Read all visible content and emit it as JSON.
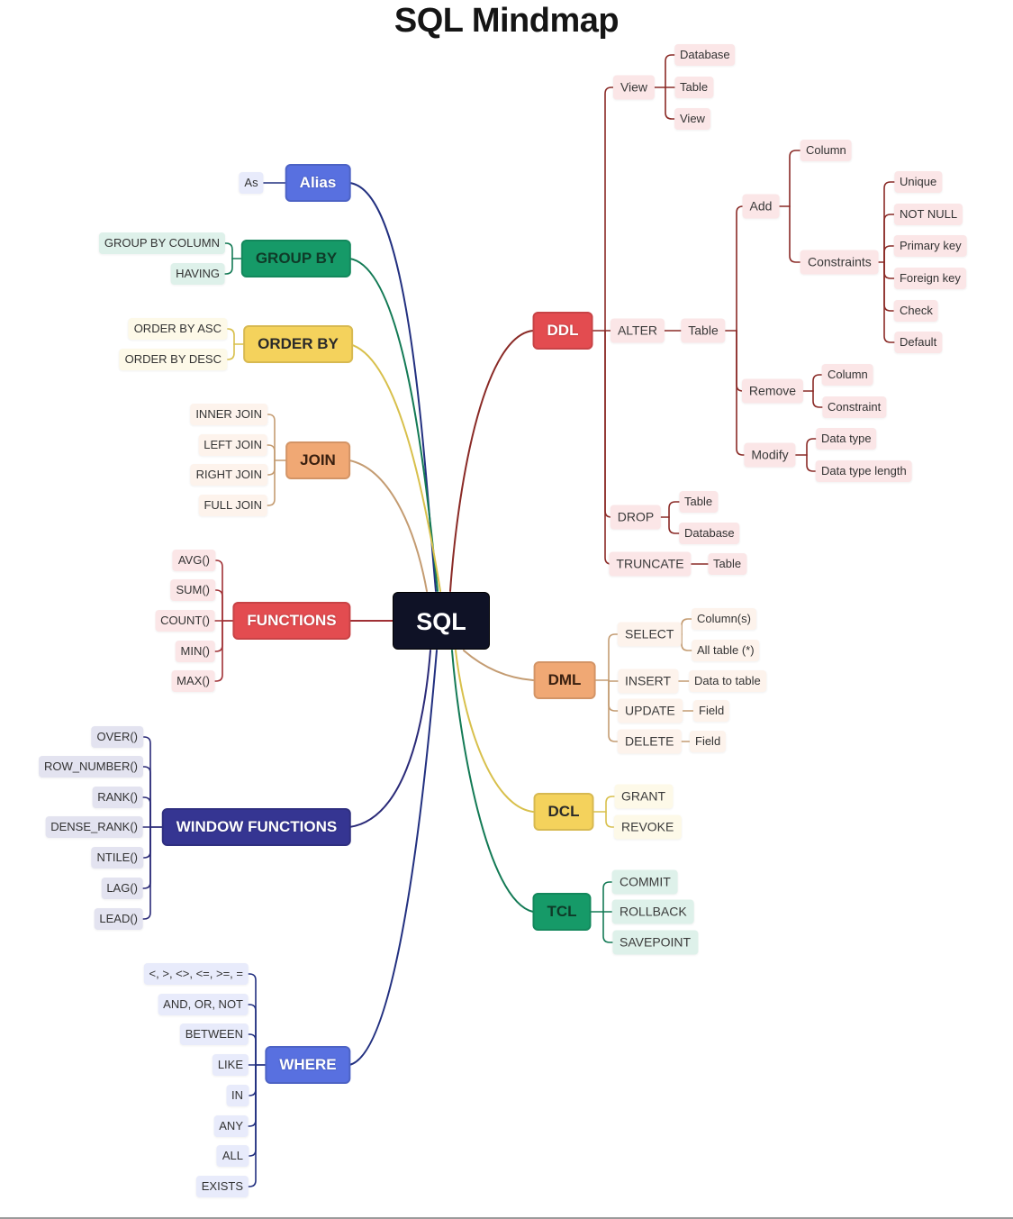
{
  "title": "SQL Mindmap",
  "root": {
    "label": "SQL",
    "color": "#0f1226"
  },
  "colors": {
    "alias": "#5870e0",
    "group_by": "#169a68",
    "order_by": "#f4d25c",
    "join": "#f0a874",
    "functions": "#e34c50",
    "window_functions": "#353592",
    "where": "#5870e0",
    "ddl": "#e34c50",
    "dml": "#f0a874",
    "dcl": "#f4d25c",
    "tcl": "#169a68",
    "wire_alias": "#223080",
    "wire_group_by": "#137a55",
    "wire_order_by": "#d8c04c",
    "wire_join": "#c49c72",
    "wire_functions": "#a03035",
    "wire_window": "#2a2a78",
    "wire_where": "#223080",
    "wire_ddl": "#8a2a26",
    "wire_dml": "#c49c72",
    "wire_dcl": "#d8c04c",
    "wire_tcl": "#137a55"
  },
  "left": {
    "alias": {
      "label": "Alias",
      "items": [
        "As"
      ]
    },
    "group_by": {
      "label": "GROUP BY",
      "items": [
        "GROUP BY COLUMN",
        "HAVING"
      ]
    },
    "order_by": {
      "label": "ORDER BY",
      "items": [
        "ORDER BY ASC",
        "ORDER BY DESC"
      ]
    },
    "join": {
      "label": "JOIN",
      "items": [
        "INNER JOIN",
        "LEFT JOIN",
        "RIGHT JOIN",
        "FULL JOIN"
      ]
    },
    "functions": {
      "label": "FUNCTIONS",
      "items": [
        "AVG()",
        "SUM()",
        "COUNT()",
        "MIN()",
        "MAX()"
      ]
    },
    "window_functions": {
      "label": "WINDOW FUNCTIONS",
      "items": [
        "OVER()",
        "ROW_NUMBER()",
        "RANK()",
        "DENSE_RANK()",
        "NTILE()",
        "LAG()",
        "LEAD()"
      ]
    },
    "where": {
      "label": "WHERE",
      "items": [
        "<, >, <>, <=, >=, =",
        "AND, OR, NOT",
        "BETWEEN",
        "LIKE",
        "IN",
        "ANY",
        "ALL",
        "EXISTS"
      ]
    }
  },
  "ddl": {
    "label": "DDL",
    "view": {
      "label": "View",
      "items": [
        "Database",
        "Table",
        "View"
      ]
    },
    "alter": {
      "label": "ALTER",
      "table": "Table",
      "add": {
        "label": "Add",
        "column": "Column",
        "constraints": {
          "label": "Constraints",
          "items": [
            "Unique",
            "NOT NULL",
            "Primary key",
            "Foreign key",
            "Check",
            "Default"
          ]
        }
      },
      "remove": {
        "label": "Remove",
        "items": [
          "Column",
          "Constraint"
        ]
      },
      "modify": {
        "label": "Modify",
        "items": [
          "Data type",
          "Data type length"
        ]
      }
    },
    "drop": {
      "label": "DROP",
      "items": [
        "Table",
        "Database"
      ]
    },
    "truncate": {
      "label": "TRUNCATE",
      "item": "Table"
    }
  },
  "dml": {
    "label": "DML",
    "select": {
      "label": "SELECT",
      "items": [
        "Column(s)",
        "All table (*)"
      ]
    },
    "insert": {
      "label": "INSERT",
      "item": "Data to table"
    },
    "update": {
      "label": "UPDATE",
      "item": "Field"
    },
    "delete": {
      "label": "DELETE",
      "item": "Field"
    }
  },
  "dcl": {
    "label": "DCL",
    "items": [
      "GRANT",
      "REVOKE"
    ]
  },
  "tcl": {
    "label": "TCL",
    "items": [
      "COMMIT",
      "ROLLBACK",
      "SAVEPOINT"
    ]
  }
}
